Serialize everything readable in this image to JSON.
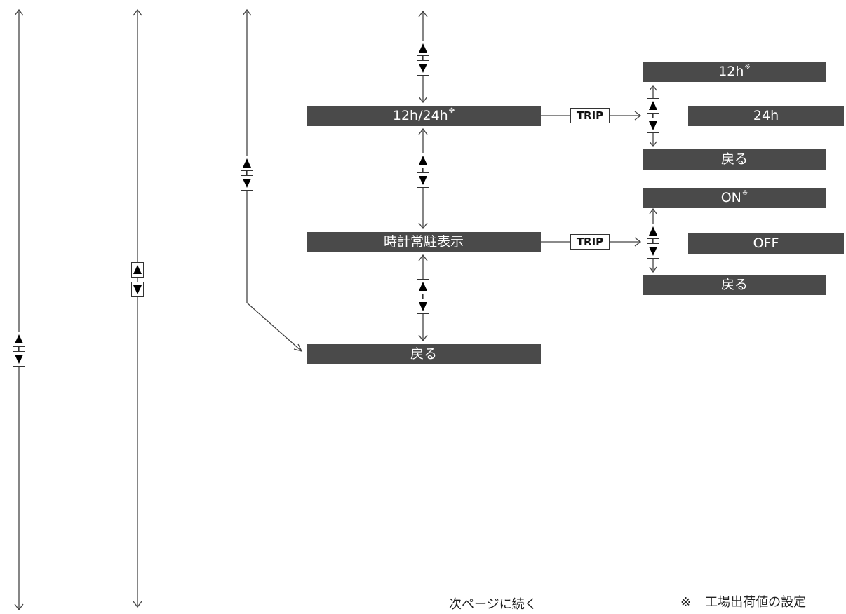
{
  "menu": {
    "clock_format_label": "12h/24h",
    "clock_format_mark": "✤",
    "clock_display_label": "時計常駐表示",
    "back_label": "戻る"
  },
  "trip_label": "TRIP",
  "clock_format_options": {
    "opt_12h": "12h",
    "opt_12h_mark": "※",
    "opt_24h": "24h",
    "back": "戻る"
  },
  "clock_display_options": {
    "on": "ON",
    "on_mark": "※",
    "off": "OFF",
    "back": "戻る"
  },
  "footer": {
    "continued": "次ページに続く",
    "note_mark": "※",
    "note_text": "工場出荷値の設定"
  }
}
